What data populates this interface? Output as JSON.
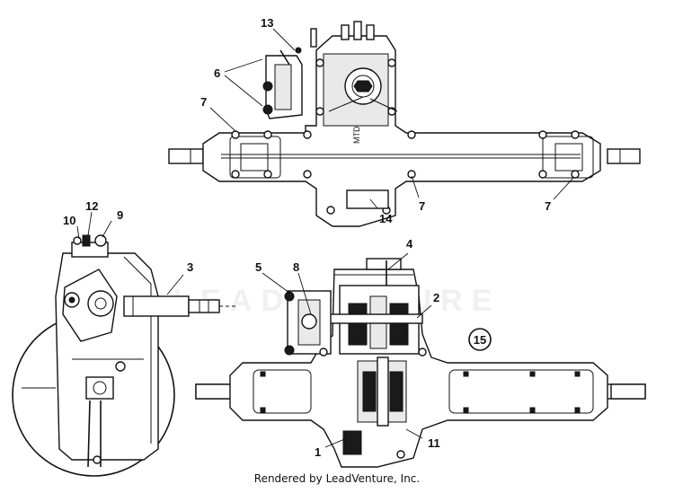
{
  "diagram": {
    "callouts": [
      {
        "id": "c1",
        "text": "1"
      },
      {
        "id": "c2",
        "text": "2"
      },
      {
        "id": "c3",
        "text": "3"
      },
      {
        "id": "c4",
        "text": "4"
      },
      {
        "id": "c5",
        "text": "5"
      },
      {
        "id": "c6",
        "text": "6"
      },
      {
        "id": "c7a",
        "text": "7"
      },
      {
        "id": "c7b",
        "text": "7"
      },
      {
        "id": "c7c",
        "text": "7"
      },
      {
        "id": "c8",
        "text": "8"
      },
      {
        "id": "c9",
        "text": "9"
      },
      {
        "id": "c10",
        "text": "10"
      },
      {
        "id": "c11",
        "text": "11"
      },
      {
        "id": "c12",
        "text": "12"
      },
      {
        "id": "c13",
        "text": "13"
      },
      {
        "id": "c14",
        "text": "14"
      },
      {
        "id": "c15",
        "text": "15"
      }
    ],
    "housing_mark": "MTD",
    "watermark": "LEADVENTURE",
    "credit": "Rendered by LeadVenture, Inc."
  }
}
